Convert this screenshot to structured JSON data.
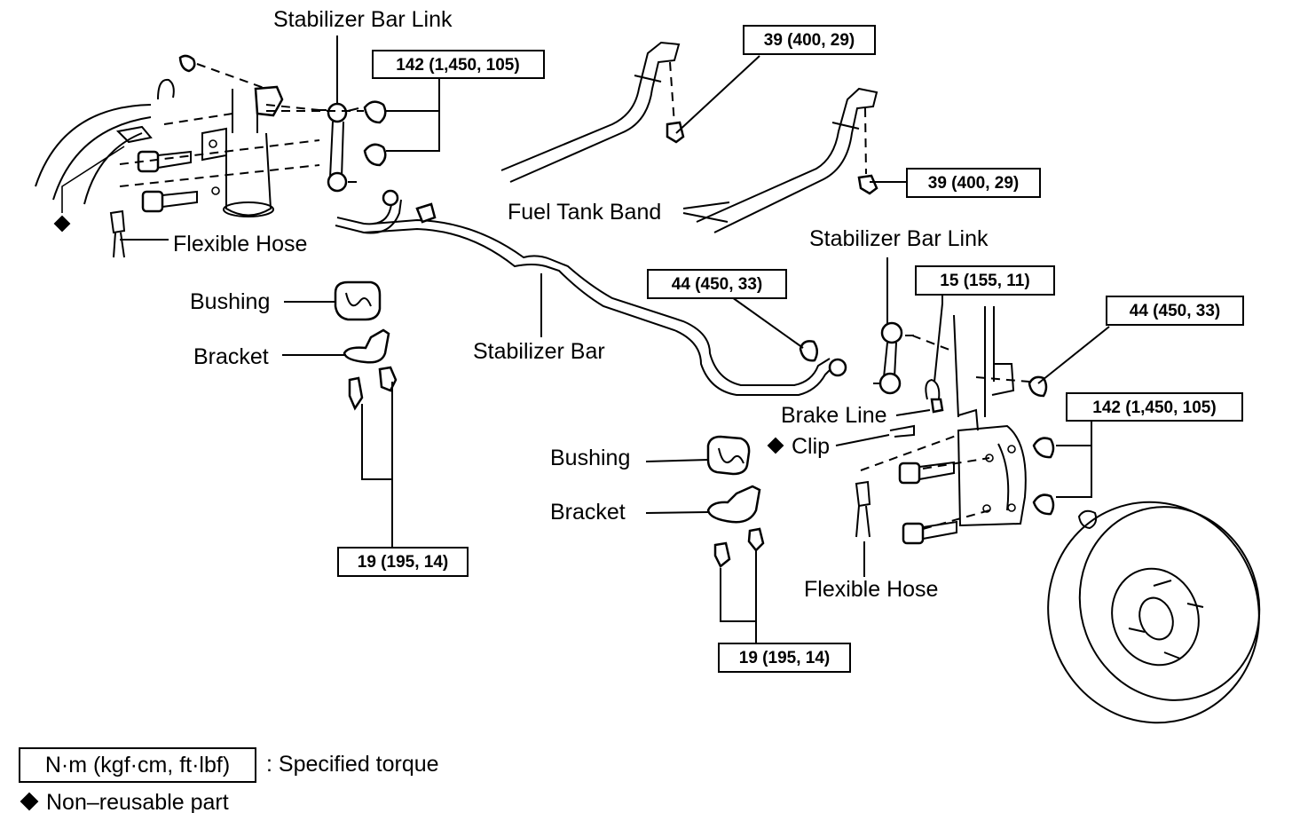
{
  "labels": {
    "stab_link_left": "Stabilizer Bar Link",
    "stab_link_right": "Stabilizer Bar Link",
    "flex_hose_left": "Flexible Hose",
    "flex_hose_right": "Flexible Hose",
    "bushing_left": "Bushing",
    "bushing_right": "Bushing",
    "bracket_left": "Bracket",
    "bracket_right": "Bracket",
    "stab_bar": "Stabilizer Bar",
    "fuel_tank_band": "Fuel Tank Band",
    "brake_line": "Brake Line",
    "clip": "Clip"
  },
  "torques": {
    "t142_left": "142 (1,450, 105)",
    "t39_top": "39 (400, 29)",
    "t39_right": "39 (400, 29)",
    "t44_mid": "44 (450, 33)",
    "t15": "15 (155, 11)",
    "t44_right": "44 (450, 33)",
    "t142_right": "142 (1,450, 105)",
    "t19_left": "19 (195, 14)",
    "t19_right": "19 (195, 14)"
  },
  "legend": {
    "box_text": "N·m (kgf·cm, ft·lbf)",
    "box_desc": ": Specified torque",
    "nonreusable": "Non–reusable part"
  },
  "symbols": {
    "nonreusable_marker": "diamond-icon"
  }
}
